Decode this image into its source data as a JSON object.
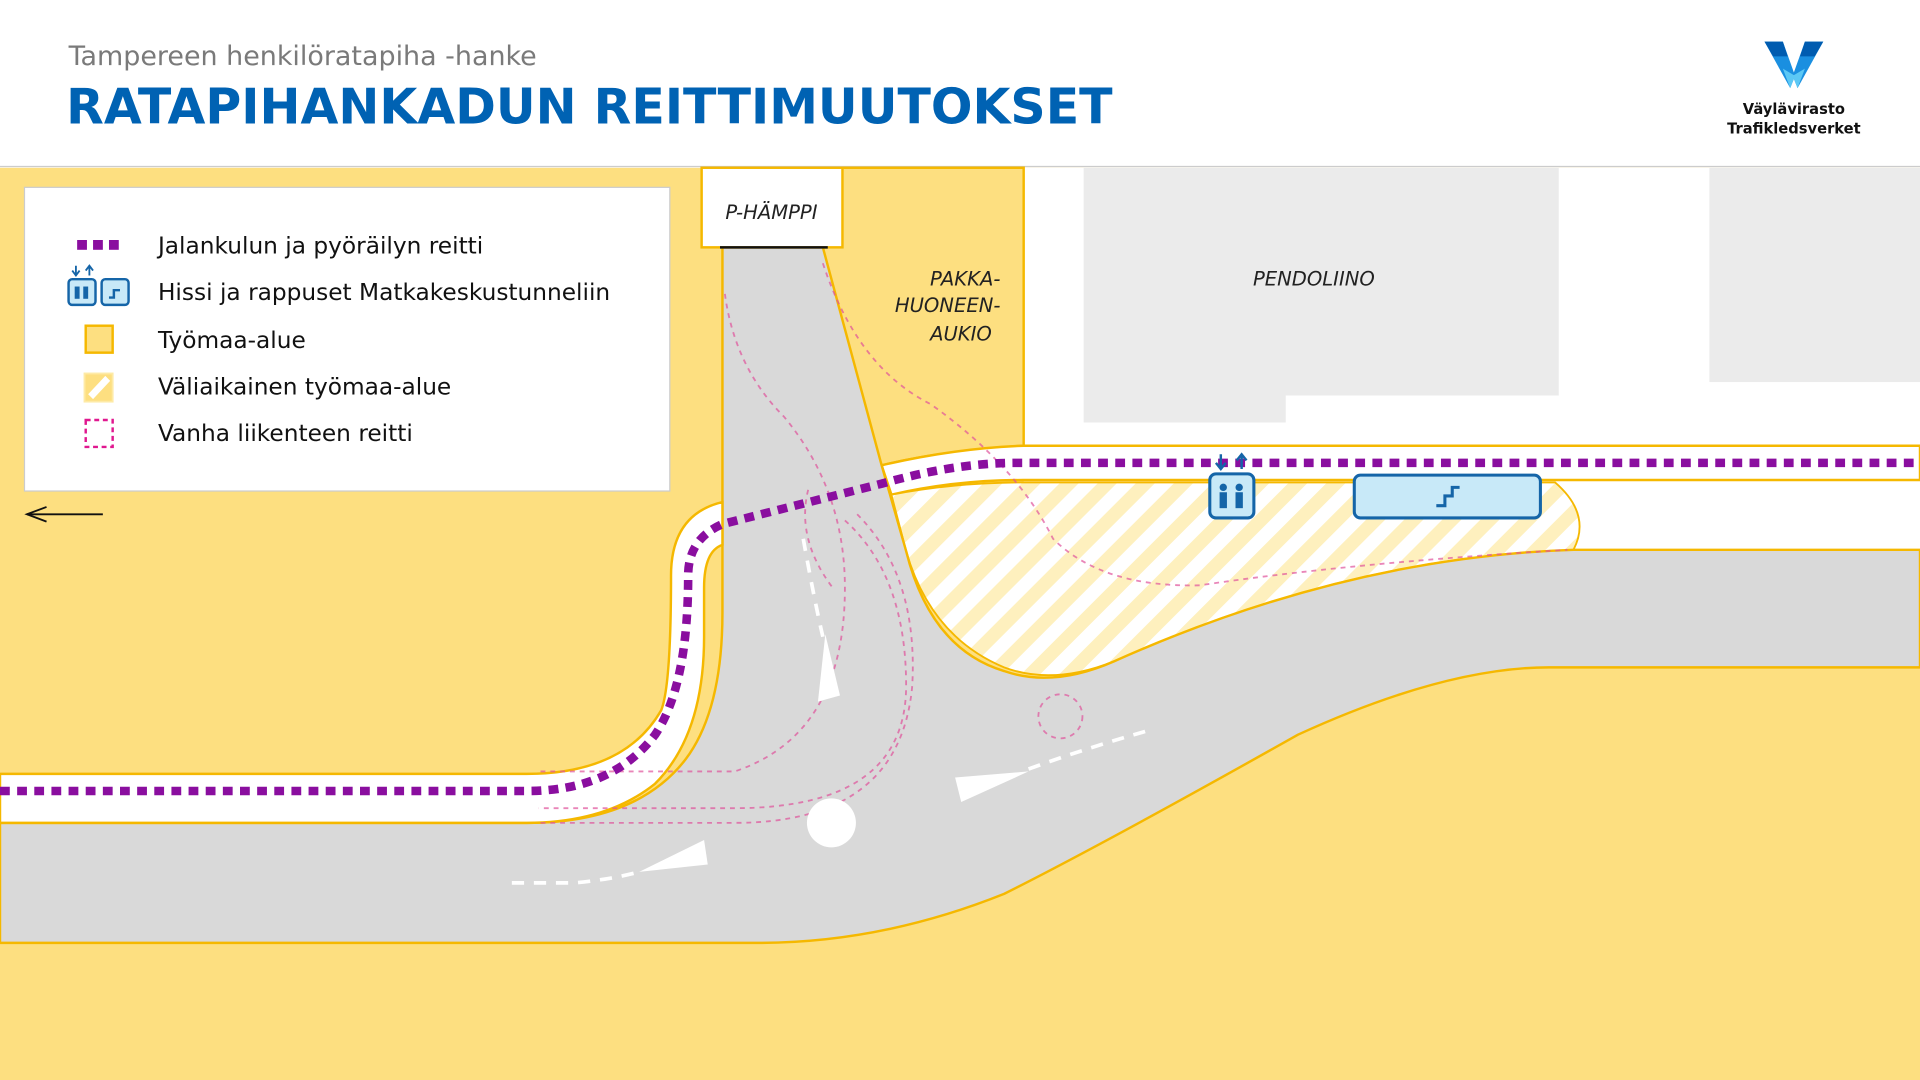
{
  "header": {
    "subtitle": "Tampereen henkilöratapiha -hanke",
    "title": "RATAPIHANKADUN REITTIMUUTOKSET"
  },
  "logo": {
    "line1": "Väylävirasto",
    "line2": "Trafikledsverket"
  },
  "legend": {
    "items": [
      {
        "label": "Jalankulun ja pyöräilyn reitti",
        "icon": "purple-dotted-line"
      },
      {
        "label": "Hissi ja rappuset Matkakeskustunneliin",
        "icon": "elevator-stairs-icon"
      },
      {
        "label": "Työmaa-alue",
        "icon": "yellow-square"
      },
      {
        "label": "Väliaikainen työmaa-alue",
        "icon": "hatched-square"
      },
      {
        "label": "Vanha liikenteen reitti",
        "icon": "pink-dashed-square"
      }
    ]
  },
  "map": {
    "parking": "P-HÄMPPI",
    "square": [
      "PAKKA-",
      "HUONEEN-",
      "AUKIO"
    ],
    "building": "PENDOLIINO"
  },
  "colors": {
    "construction": "#FDDF80",
    "construction_border": "#F5B800",
    "road": "#D9D9D9",
    "route": "#8A0E9F",
    "old_route": "#E0529B",
    "brand": "#0062B3"
  }
}
